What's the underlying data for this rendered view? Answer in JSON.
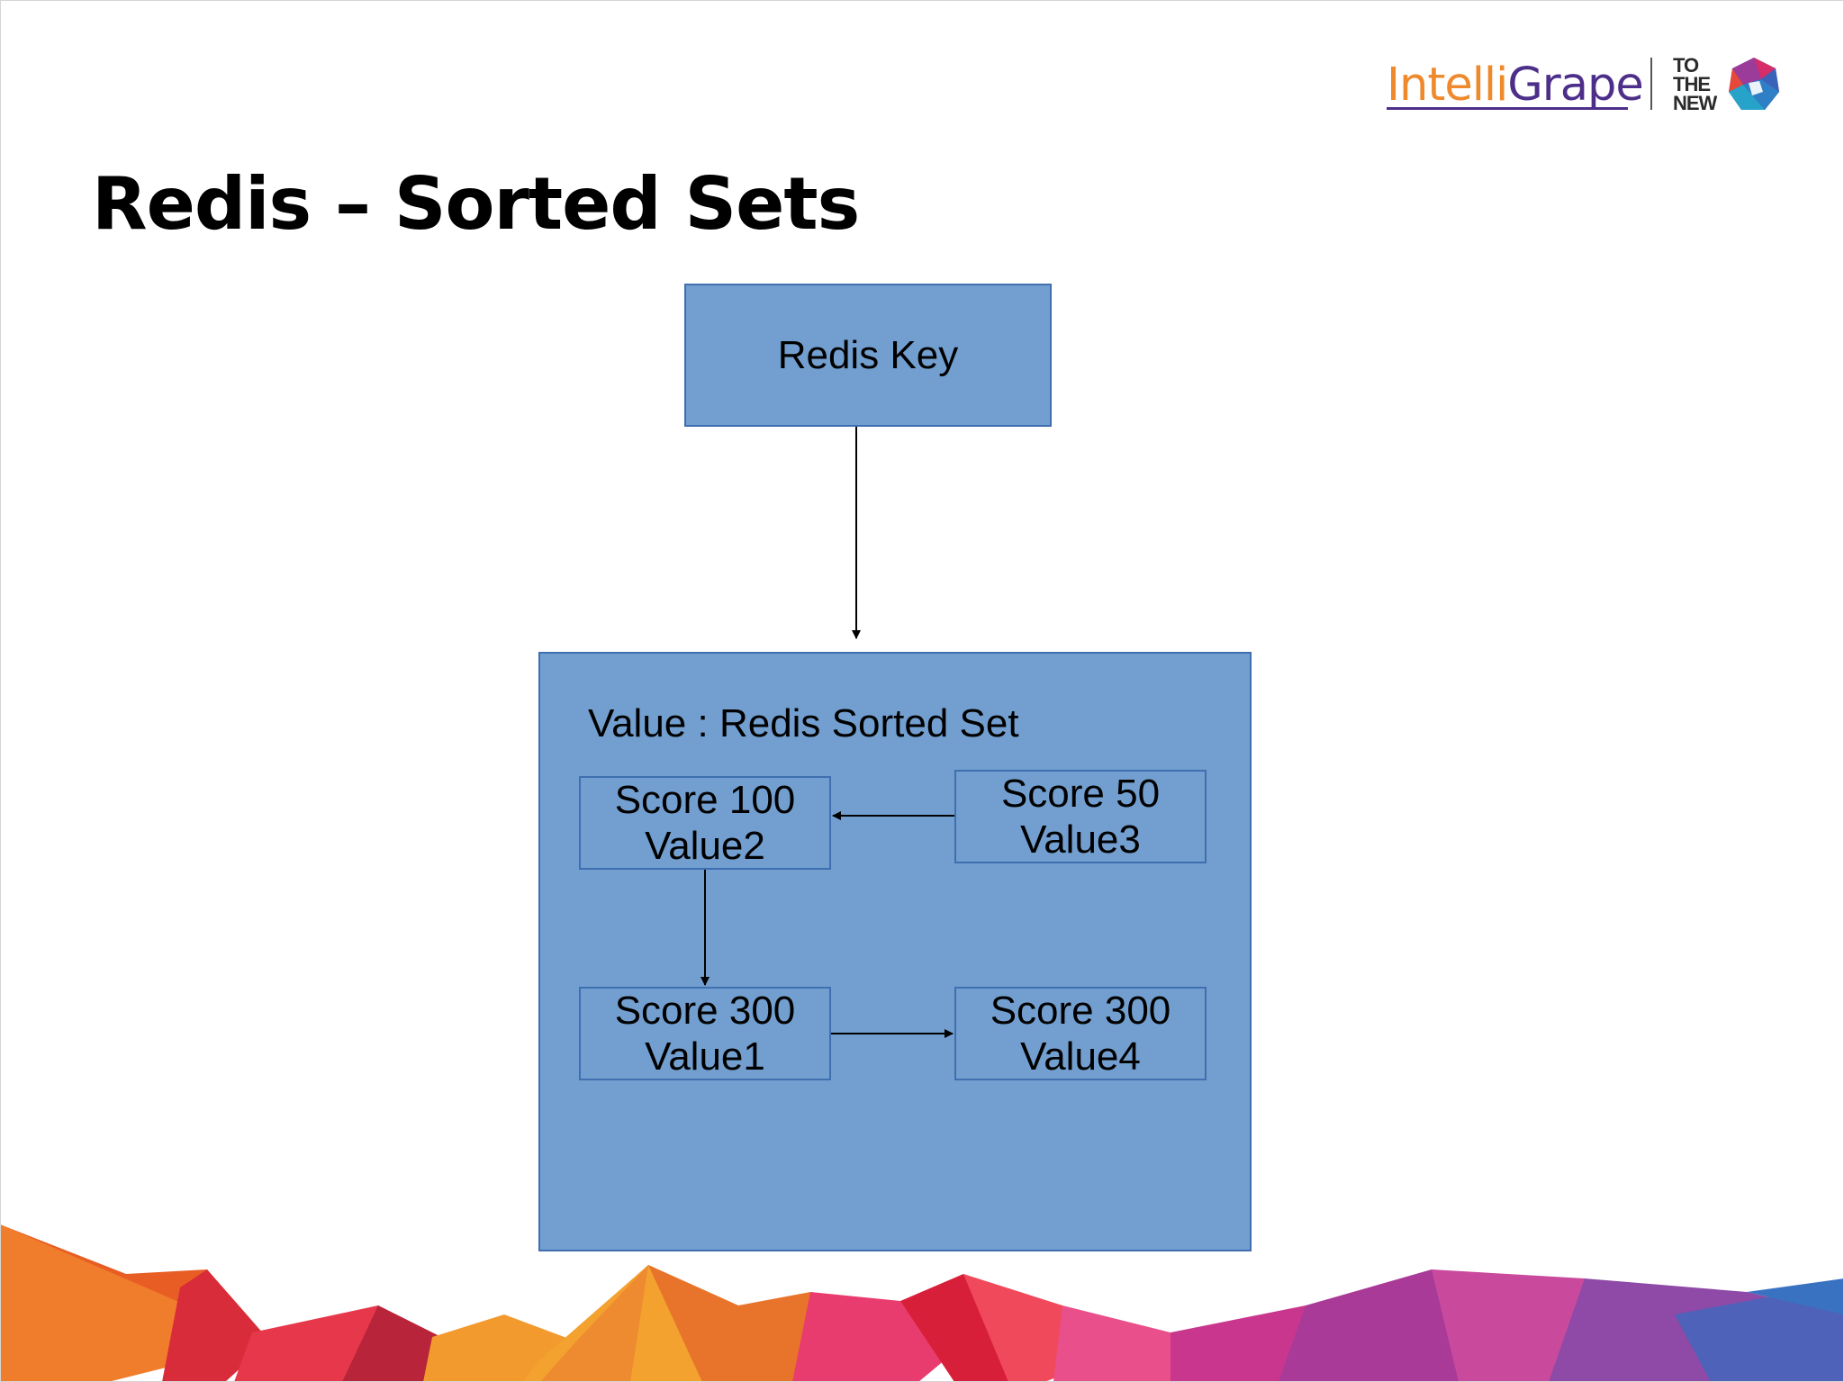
{
  "slide": {
    "title": "Redis – Sorted Sets"
  },
  "logo": {
    "intelli_part": "Intelli",
    "grape_part": "Grape",
    "ttn_line1": "TO",
    "ttn_line2": "THE",
    "ttn_line3": "NEW",
    "colors": {
      "orange": "#ef8a2c",
      "purple": "#4d2f8a"
    }
  },
  "diagram": {
    "key_label": "Redis Key",
    "value_label": "Value : Redis Sorted Set",
    "nodes": {
      "value2": {
        "score": "Score 100",
        "value": "Value2"
      },
      "value3": {
        "score": "Score 50",
        "value": "Value3"
      },
      "value1": {
        "score": "Score 300",
        "value": "Value1"
      },
      "value4": {
        "score": "Score 300",
        "value": "Value4"
      }
    },
    "colors": {
      "box_fill": "#729fcf",
      "box_border": "#3f6fb0"
    }
  }
}
